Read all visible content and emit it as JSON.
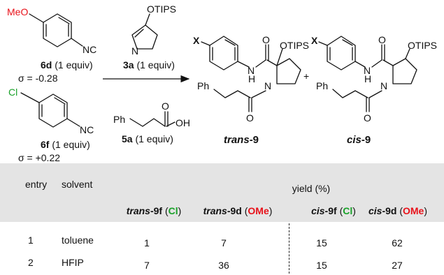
{
  "scheme": {
    "reagent_6d": {
      "substituent": "MeO",
      "iso": "NC",
      "id": "6d",
      "equiv": " (1 equiv)",
      "sigma": "σ = -0.28"
    },
    "reagent_6f": {
      "substituent": "Cl",
      "iso": "NC",
      "id": "6f",
      "equiv": " (1 equiv)",
      "sigma": "σ = +0.22"
    },
    "reagent_3a": {
      "group": "OTIPS",
      "n": "N",
      "id": "3a",
      "equiv": " (1 equiv)"
    },
    "reagent_5a": {
      "ph": "Ph",
      "o": "O",
      "oh": "OH",
      "id": "5a",
      "equiv": " (1 equiv)"
    },
    "product_trans": {
      "x": "X",
      "ph": "Ph",
      "otips": "OTIPS",
      "n": "N",
      "h": "H",
      "o1": "O",
      "o2": "O",
      "label_italic": "trans",
      "label_num": "-9"
    },
    "product_cis": {
      "x": "X",
      "ph": "Ph",
      "otips": "OTIPS",
      "n": "N",
      "h": "H",
      "o1": "O",
      "o2": "O",
      "label_italic": "cis",
      "label_num": "-9"
    },
    "plus": "+",
    "colors": {
      "methoxy": "#e8121a",
      "chloro": "#1aa12a"
    }
  },
  "table": {
    "headers": {
      "entry": "entry",
      "solvent": "solvent",
      "yield": "yield (%)"
    },
    "subheaders": [
      {
        "italic": "trans",
        "num": "-9f",
        "open": " (",
        "sub": "Cl",
        "sub_color": "green",
        "close": ")"
      },
      {
        "italic": "trans",
        "num": "-9d",
        "open": " (",
        "sub": "OMe",
        "sub_color": "red",
        "close": ")"
      },
      {
        "italic": "cis",
        "num": "-9f",
        "open": " (",
        "sub": "Cl",
        "sub_color": "green",
        "close": ")"
      },
      {
        "italic": "cis",
        "num": "-9d",
        "open": " (",
        "sub": "OMe",
        "sub_color": "red",
        "close": ")"
      }
    ],
    "rows": [
      {
        "entry": "1",
        "solvent": "toluene",
        "values": [
          "1",
          "7",
          "15",
          "62"
        ]
      },
      {
        "entry": "2",
        "solvent": "HFIP",
        "values": [
          "7",
          "36",
          "15",
          "27"
        ]
      }
    ]
  }
}
